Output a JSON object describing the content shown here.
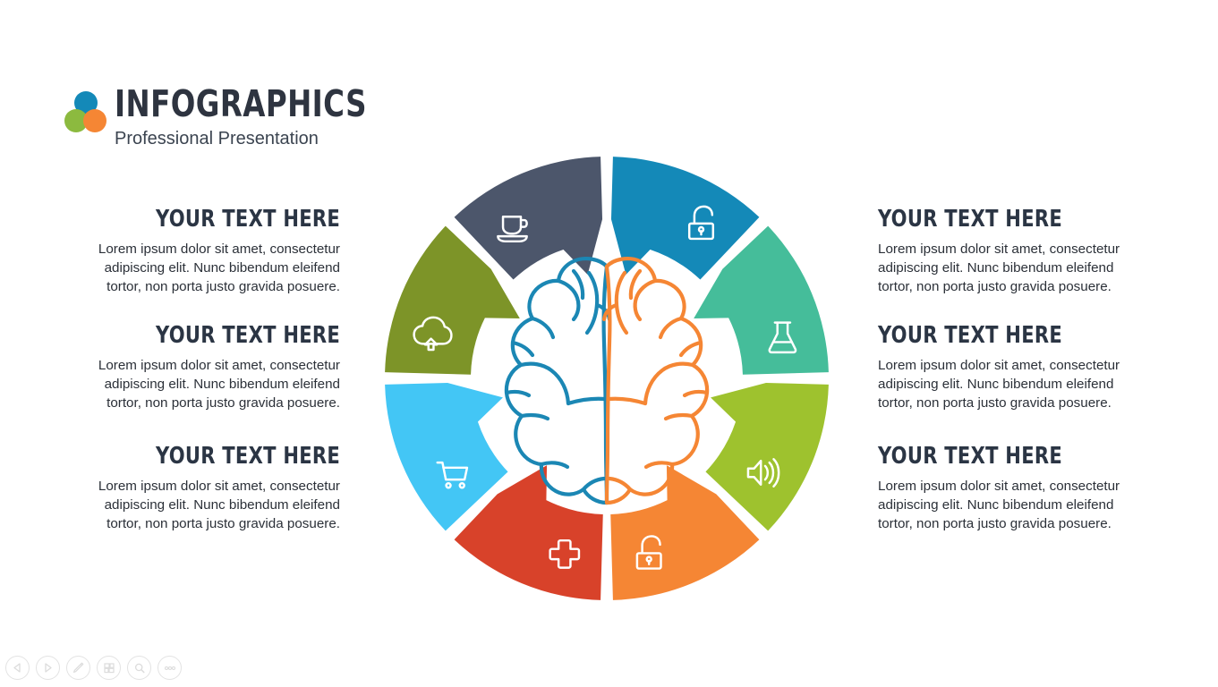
{
  "brand": {
    "title": "INFOGRAPHICS",
    "subtitle": "Professional Presentation",
    "logo_colors": {
      "top": "#1489b8",
      "left": "#8cba3f",
      "right": "#f58634"
    }
  },
  "text_blocks": {
    "left": [
      {
        "heading": "YOUR TEXT HERE",
        "body": "Lorem ipsum dolor sit amet, consectetur adipiscing elit. Nunc bibendum eleifend tortor, non porta justo gravida posuere."
      },
      {
        "heading": "YOUR TEXT HERE",
        "body": "Lorem ipsum dolor sit amet, consectetur adipiscing elit. Nunc bibendum eleifend tortor, non porta justo gravida posuere."
      },
      {
        "heading": "YOUR TEXT HERE",
        "body": "Lorem ipsum dolor sit amet, consectetur adipiscing elit. Nunc bibendum eleifend tortor, non porta justo gravida posuere."
      }
    ],
    "right": [
      {
        "heading": "YOUR TEXT HERE",
        "body": "Lorem ipsum dolor sit amet, consectetur adipiscing elit. Nunc bibendum eleifend tortor, non porta justo gravida posuere."
      },
      {
        "heading": "YOUR TEXT HERE",
        "body": "Lorem ipsum dolor sit amet, consectetur adipiscing elit. Nunc bibendum eleifend tortor, non porta justo gravida posuere."
      },
      {
        "heading": "YOUR TEXT HERE",
        "body": "Lorem ipsum dolor sit amet, consectetur adipiscing elit. Nunc bibendum eleifend tortor, non porta justo gravida posuere."
      }
    ]
  },
  "wheel": {
    "center_graphic": "brain-illustration",
    "brain_left_color": "#1b87b4",
    "brain_right_color": "#f58634",
    "segments": [
      {
        "id": "segment-coffee",
        "icon": "coffee-cup-icon",
        "color": "#4c566b",
        "position": "top-left"
      },
      {
        "id": "segment-unlock-1",
        "icon": "open-padlock-icon",
        "color": "#1489b8",
        "position": "top-right"
      },
      {
        "id": "segment-flask",
        "icon": "lab-flask-icon",
        "color": "#45bd9a",
        "position": "right-upper"
      },
      {
        "id": "segment-speaker",
        "icon": "speaker-volume-icon",
        "color": "#9ec22e",
        "position": "right-lower"
      },
      {
        "id": "segment-unlock-2",
        "icon": "open-padlock-icon",
        "color": "#f58634",
        "position": "bottom-right"
      },
      {
        "id": "segment-medical",
        "icon": "medical-cross-icon",
        "color": "#d8422a",
        "position": "bottom-left"
      },
      {
        "id": "segment-cart",
        "icon": "shopping-cart-icon",
        "color": "#43c6f5",
        "position": "left-lower"
      },
      {
        "id": "segment-cloud",
        "icon": "cloud-upload-icon",
        "color": "#7d9428",
        "position": "left-upper"
      }
    ]
  },
  "toolbar": {
    "buttons": [
      {
        "id": "previous-button",
        "icon": "triangle-left-icon"
      },
      {
        "id": "play-button",
        "icon": "triangle-right-icon"
      },
      {
        "id": "pen-button",
        "icon": "pen-icon"
      },
      {
        "id": "slides-button",
        "icon": "grid-slides-icon"
      },
      {
        "id": "search-button",
        "icon": "magnifier-icon"
      },
      {
        "id": "more-button",
        "icon": "three-dots-icon"
      }
    ]
  }
}
